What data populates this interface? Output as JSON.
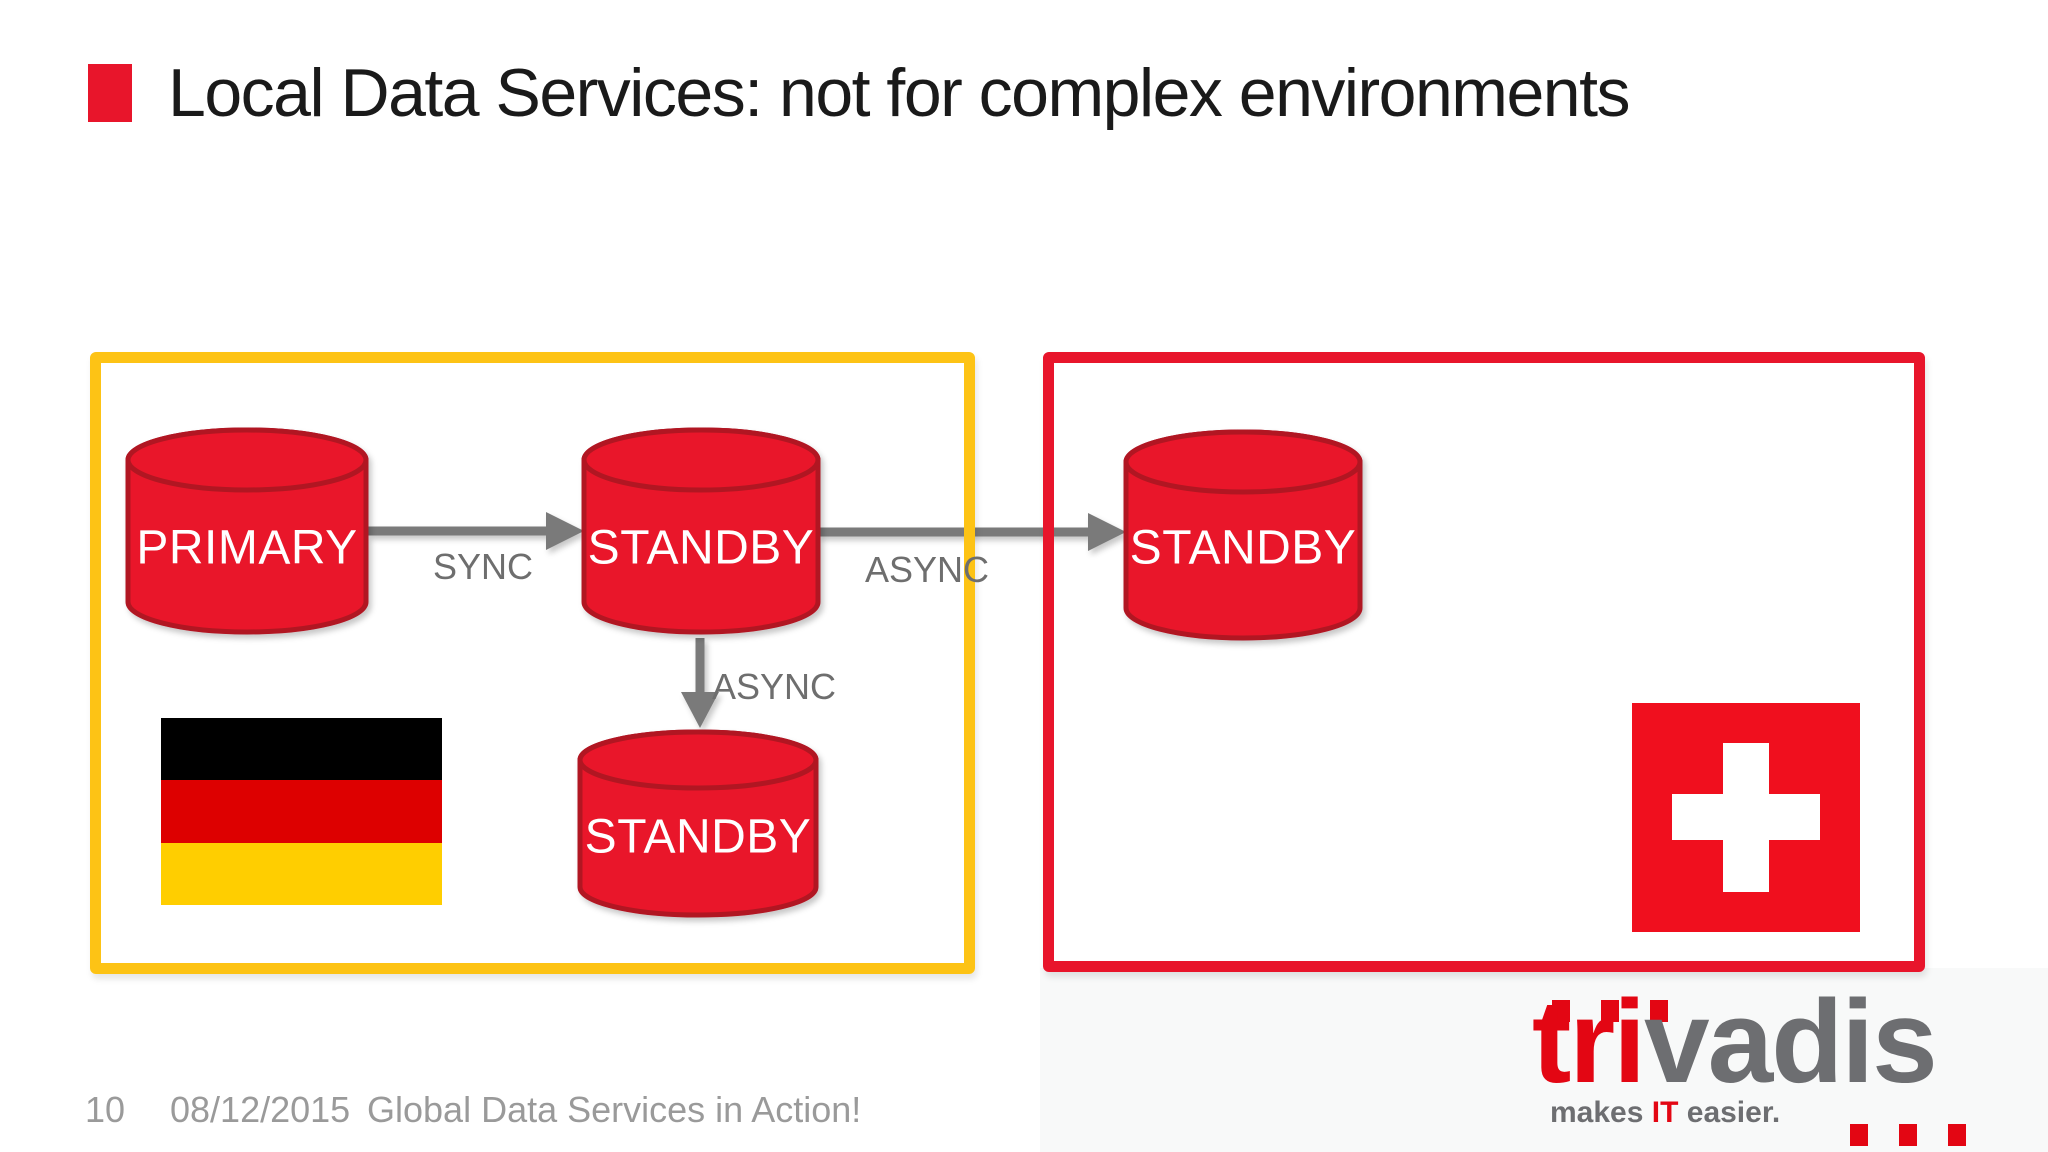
{
  "slide": {
    "title": "Local Data Services: not for complex environments"
  },
  "diagram": {
    "regions": [
      {
        "id": "germany",
        "flag": "german-flag",
        "border_color": "#fdc315"
      },
      {
        "id": "switzerland",
        "flag": "swiss-flag",
        "border_color": "#e8152b"
      }
    ],
    "nodes": [
      {
        "id": "primary",
        "label": "PRIMARY",
        "region": "germany"
      },
      {
        "id": "standby-sync",
        "label": "STANDBY",
        "region": "germany"
      },
      {
        "id": "standby-remote",
        "label": "STANDBY",
        "region": "switzerland"
      },
      {
        "id": "standby-local",
        "label": "STANDBY",
        "region": "germany"
      }
    ],
    "edges": [
      {
        "from": "primary",
        "to": "standby-sync",
        "label": "SYNC"
      },
      {
        "from": "standby-sync",
        "to": "standby-remote",
        "label": "ASYNC"
      },
      {
        "from": "standby-sync",
        "to": "standby-local",
        "label": "ASYNC"
      }
    ]
  },
  "footer": {
    "page_number": "10",
    "date": "08/12/2015",
    "presentation_title": "Global Data Services in Action!"
  },
  "logo": {
    "word_accent": "tri",
    "word_rest": "vadis",
    "tagline_prefix": "makes ",
    "tagline_accent": "IT",
    "tagline_suffix": " easier."
  },
  "palette": {
    "accent_red": "#e8152b",
    "region_yellow": "#fdc315",
    "cylinder_red": "#e9192b",
    "cylinder_edge": "#b11322",
    "arrow_gray": "#7a7a7a",
    "edge_label_gray": "#6e6e6e",
    "footer_gray": "#9a9a9a",
    "logo_red": "#e30613",
    "logo_gray": "#6d6e71",
    "flag_germany": [
      "#000000",
      "#dd0000",
      "#ffce00"
    ],
    "flag_switzerland_red": "#f00f1e"
  }
}
